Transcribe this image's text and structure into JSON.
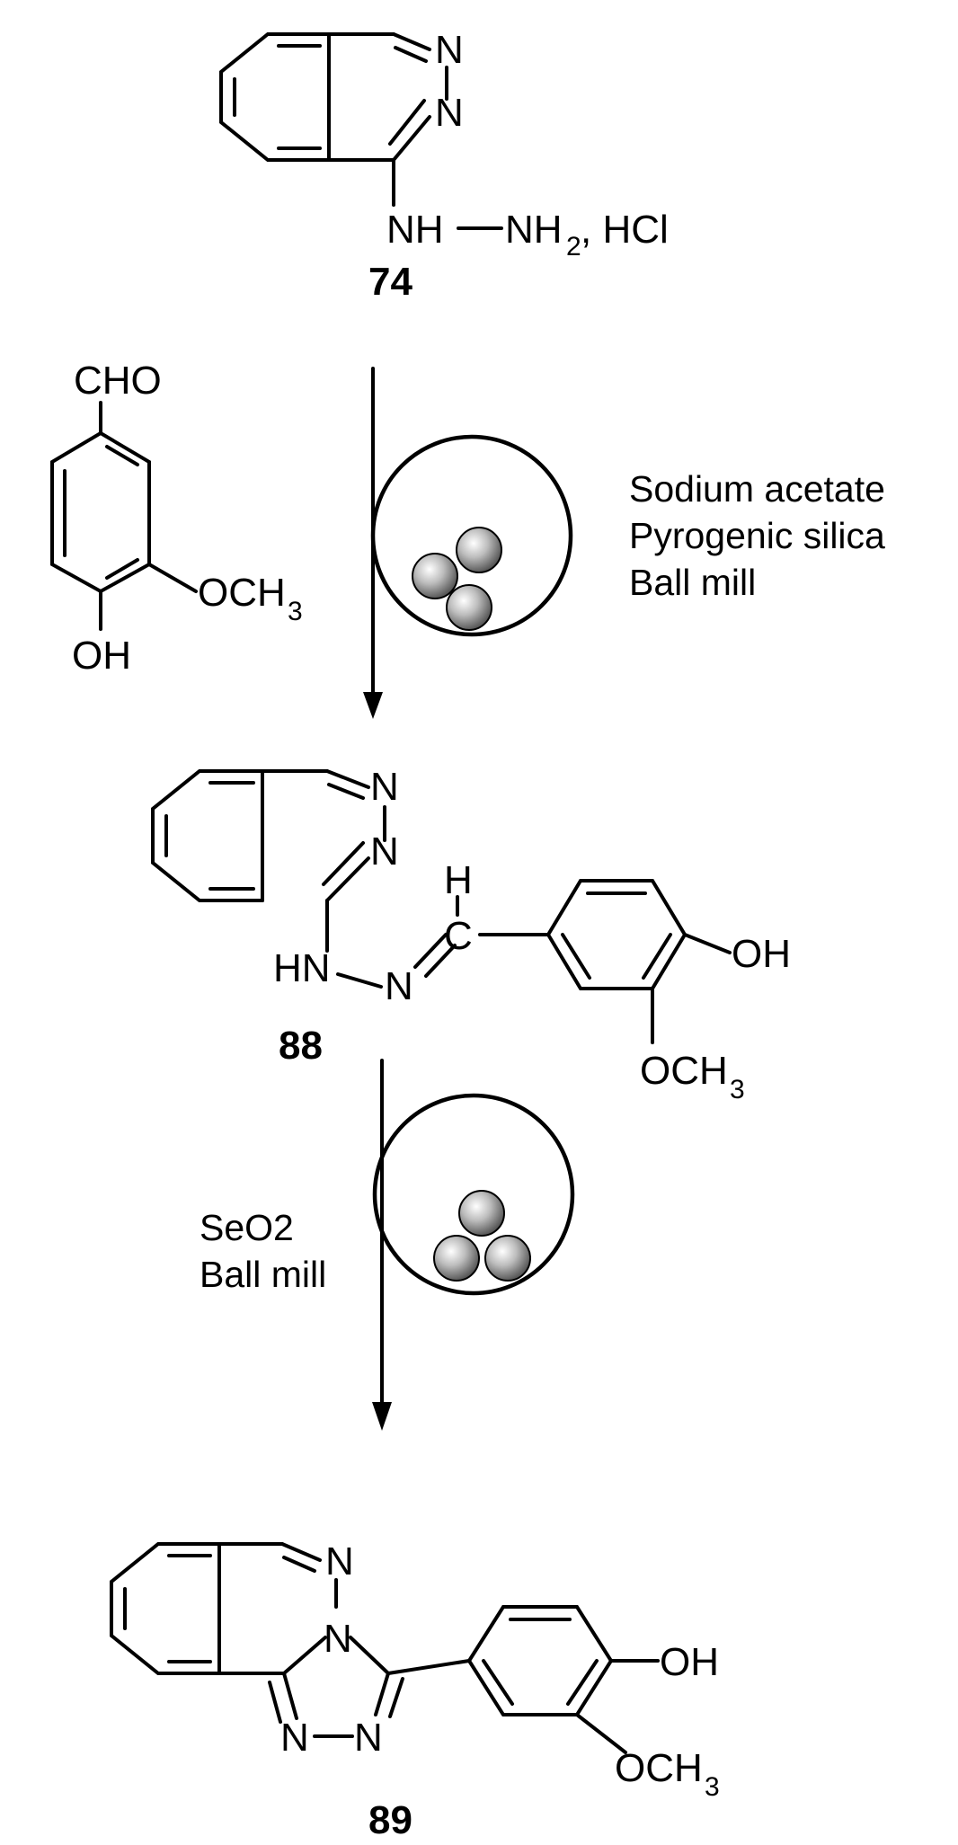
{
  "compounds": {
    "c74": {
      "number": "74",
      "nh": "NH",
      "nh2": "NH",
      "nh2_sub": "2",
      "salt": ", HCl",
      "n1": "N",
      "n2": "N"
    },
    "vanillin": {
      "cho": "CHO",
      "och3": "OCH",
      "och3_sub": "3",
      "oh": "OH"
    },
    "c88": {
      "number": "88",
      "n1": "N",
      "n2": "N",
      "hn": "HN",
      "n_imine": "N",
      "h": "H",
      "c": "C",
      "oh": "OH",
      "och3": "OCH",
      "och3_sub": "3"
    },
    "c89": {
      "number": "89",
      "n_top": "N",
      "n_ring": "N",
      "n_a": "N",
      "n_b": "N",
      "oh": "OH",
      "och3": "OCH",
      "och3_sub": "3"
    }
  },
  "step1": {
    "conditions": [
      "Sodium acetate",
      "Pyrogenic silica",
      "Ball mill"
    ]
  },
  "step2": {
    "conditions": [
      "SeO2",
      "Ball mill"
    ]
  },
  "colors": {
    "ink": "#000000",
    "ball_light": "#ffffff",
    "ball_mid": "#bdbdbd",
    "ball_dark": "#4a4a4a"
  }
}
